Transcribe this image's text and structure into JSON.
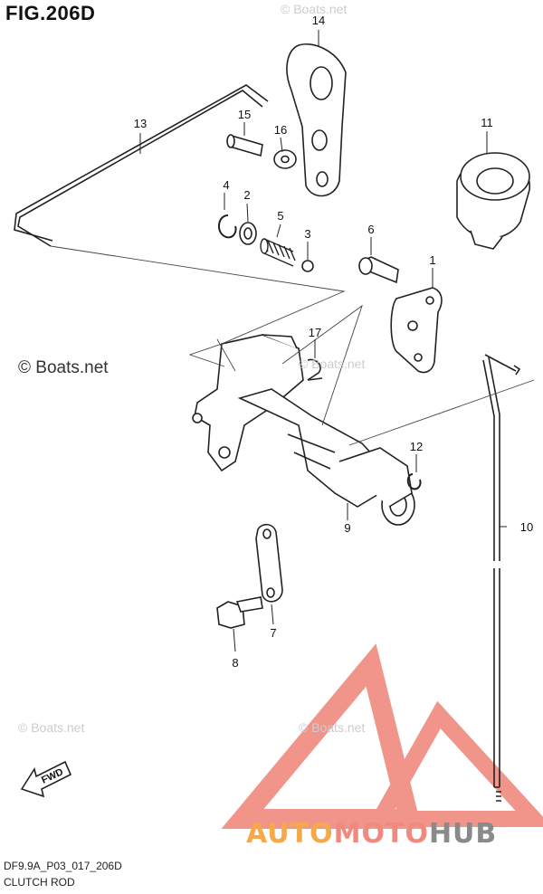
{
  "figure": {
    "title": "FIG.206D",
    "code": "DF9.9A_P03_017_206D",
    "caption": "CLUTCH ROD"
  },
  "watermark": {
    "main": "© Boats.net",
    "faint": "© Boats.net"
  },
  "brand": {
    "part1": "AUTO",
    "part2": "MOTO",
    "part3": "HUB",
    "colors": {
      "auto": "#f6a94b",
      "moto": "#f08a7e",
      "hub": "#8a8a8a",
      "logo": "#f08a7e"
    }
  },
  "fwd_label": "FWD",
  "callouts": [
    "1",
    "2",
    "3",
    "4",
    "5",
    "6",
    "7",
    "8",
    "9",
    "10",
    "11",
    "12",
    "13",
    "14",
    "15",
    "16",
    "17"
  ]
}
